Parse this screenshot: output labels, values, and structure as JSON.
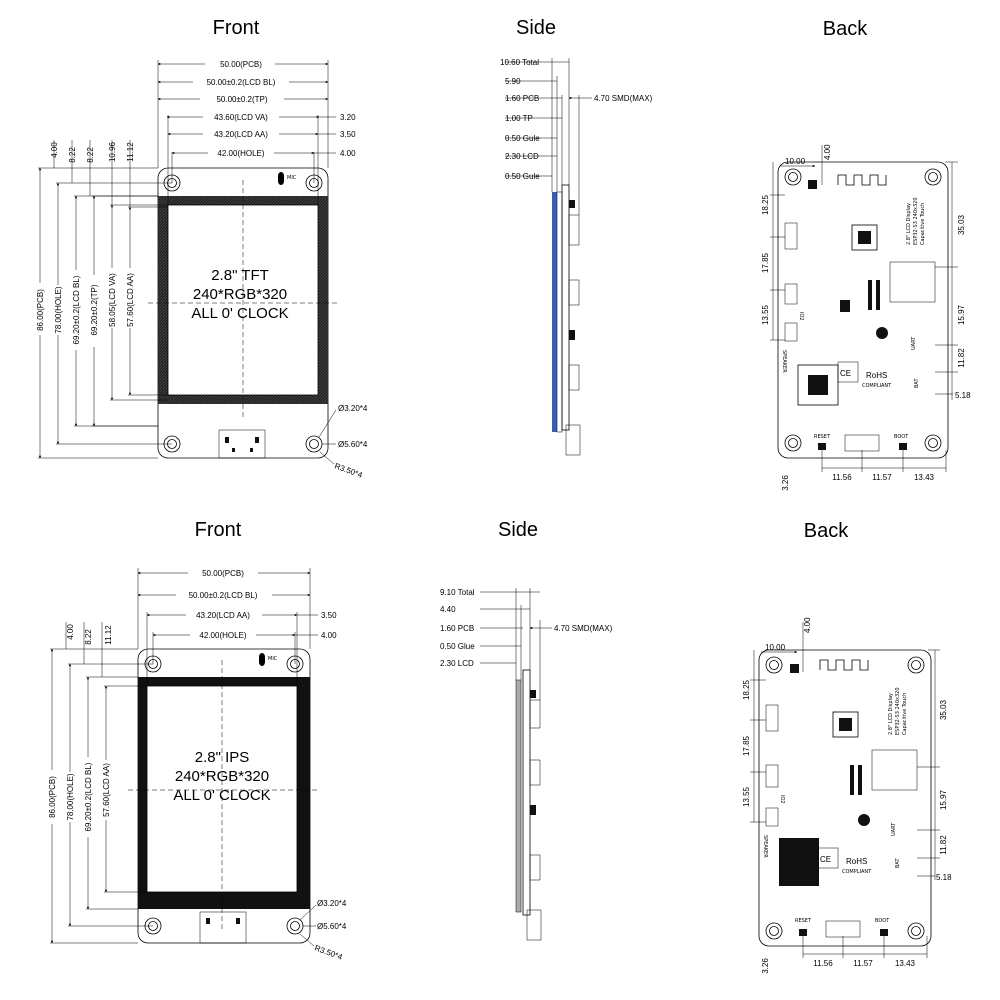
{
  "titles": {
    "front_top": "Front",
    "side_top": "Side",
    "back_top": "Back",
    "front_bottom": "Front",
    "side_bottom": "Side",
    "back_bottom": "Back"
  },
  "front_top": {
    "screen_line1": "2.8\" TFT",
    "screen_line2": "240*RGB*320",
    "screen_line3": "ALL 0' CLOCK",
    "mic": "MIC",
    "h_dims": [
      "50.00(PCB)",
      "50.00±0.2(LCD BL)",
      "50.00±0.2(TP)",
      "43.60(LCD VA)",
      "43.20(LCD AA)",
      "42.00(HOLE)"
    ],
    "right_dims": [
      "3.20",
      "3.50",
      "4.00"
    ],
    "top_small": [
      "4.00",
      "8.22",
      "8.22",
      "10.96",
      "11.12"
    ],
    "v_dims": [
      "86.00(PCB)",
      "78.00(HOLE)",
      "69.20±0.2(LCD BL)",
      "69.20±0.2(TP)",
      "58.05(LCD VA)",
      "57.60(LCD AA)"
    ],
    "hole_dims": [
      "Ø3.20*4",
      "Ø5.60*4",
      "R3.50*4"
    ]
  },
  "side_top": {
    "labels": [
      "10.60 Total",
      "5.90",
      "1.60 PCB",
      "1.00 TP",
      "0.50 Gule",
      "2.30 LCD",
      "0.50 Gule"
    ],
    "smd": "4.70 SMD(MAX)"
  },
  "back_top": {
    "top_dims": [
      "10.00",
      "4.00"
    ],
    "left_dims": [
      "18.25",
      "17.85",
      "13.55"
    ],
    "right_dims": [
      "35.03",
      "15.97",
      "11.82",
      "5.18"
    ],
    "bottom_dims": [
      "3.26",
      "11.56",
      "11.57",
      "13.43"
    ],
    "buttons": [
      "RESET",
      "BOOT"
    ],
    "labels": [
      "SPEAKER",
      "UART",
      "BAT",
      "IO2",
      "CE",
      "RoHS",
      "COMPLIANT",
      "2.8\" LCD Display",
      "ESP32-S3 240x320",
      "Capacitive Touch"
    ]
  },
  "front_bottom": {
    "screen_line1": "2.8\" IPS",
    "screen_line2": "240*RGB*320",
    "screen_line3": "ALL 0' CLOCK",
    "mic": "MIC",
    "h_dims": [
      "50.00(PCB)",
      "50.00±0.2(LCD BL)",
      "43.20(LCD AA)",
      "42.00(HOLE)"
    ],
    "right_dims": [
      "3.50",
      "4.00"
    ],
    "top_small": [
      "4.00",
      "8.22",
      "11.12"
    ],
    "v_dims": [
      "86.00(PCB)",
      "78.00(HOLE)",
      "69.20±0.2(LCD BL)",
      "57.60(LCD AA)"
    ],
    "hole_dims": [
      "Ø3.20*4",
      "Ø5.60*4",
      "R3.50*4"
    ]
  },
  "side_bottom": {
    "labels": [
      "9.10 Total",
      "4.40",
      "1.60 PCB",
      "0.50 Glue",
      "2.30 LCD"
    ],
    "smd": "4.70 SMD(MAX)"
  },
  "back_bottom": {
    "top_dims": [
      "10.00",
      "4.00"
    ],
    "left_dims": [
      "18.25",
      "17.85",
      "13.55"
    ],
    "right_dims": [
      "35.03",
      "15.97",
      "11.82",
      "5.18"
    ],
    "bottom_dims": [
      "3.26",
      "11.56",
      "11.57",
      "13.43"
    ],
    "buttons": [
      "RESET",
      "BOOT"
    ],
    "labels": [
      "SPEAKER",
      "UART",
      "BAT",
      "IO2",
      "CE",
      "RoHS",
      "COMPLIANT",
      "2.8\" LCD Display",
      "ESP32-S3 240x320",
      "Capacitive Touch"
    ]
  }
}
